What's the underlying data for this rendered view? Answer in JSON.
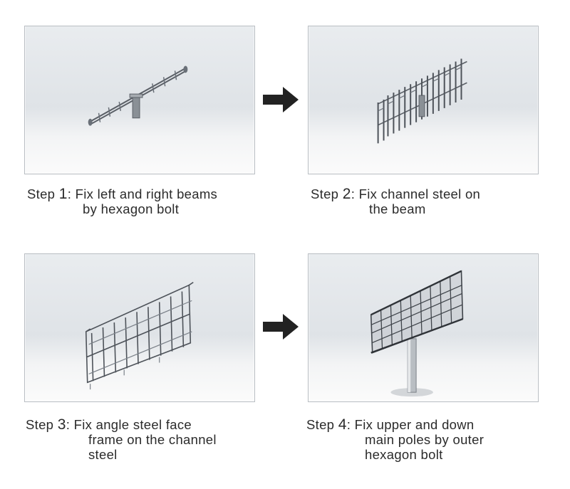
{
  "steps": [
    {
      "label": "Step",
      "number": "1",
      "sep": ":",
      "lines": [
        "Fix left and right beams",
        "by hexagon bolt"
      ]
    },
    {
      "label": "Step",
      "number": "2",
      "sep": ":",
      "lines": [
        "Fix channel steel on",
        "the beam"
      ]
    },
    {
      "label": "Step",
      "number": "3",
      "sep": ":",
      "lines": [
        "Fix angle steel face",
        "frame on the channel",
        "steel"
      ]
    },
    {
      "label": "Step",
      "number": "4",
      "sep": ":",
      "lines": [
        "Fix upper and down",
        "main poles by outer",
        "hexagon bolt"
      ]
    }
  ],
  "colors": {
    "arrow": "#222222",
    "panel_border": "#b9bec3",
    "steel": "#5a5f66"
  }
}
